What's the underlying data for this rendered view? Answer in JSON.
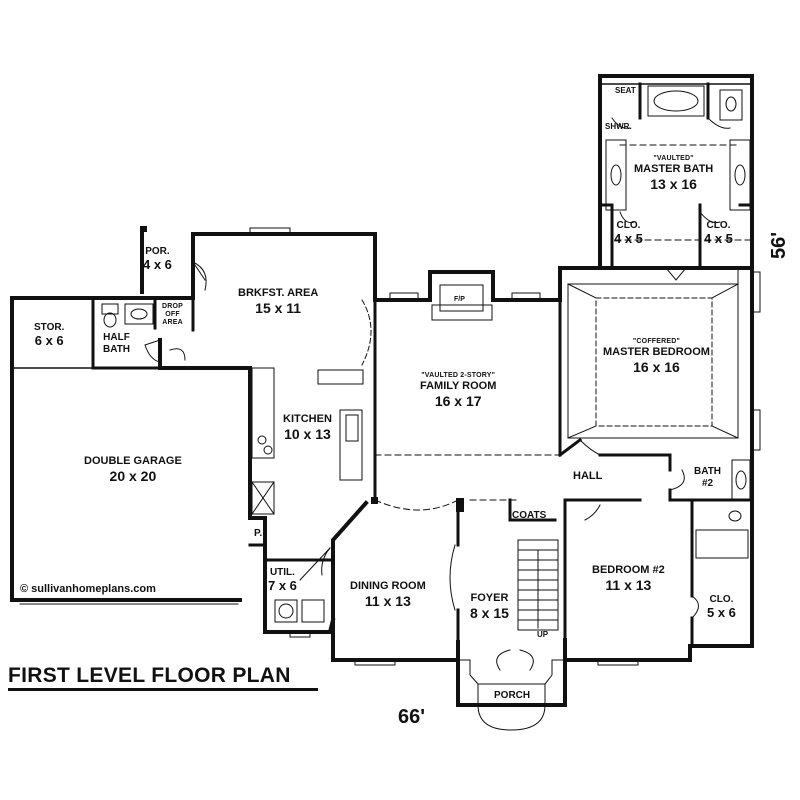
{
  "plan": {
    "title": "FIRST LEVEL FLOOR PLAN",
    "website": "© sullivanhomeplans.com",
    "overall_width": "66'",
    "overall_depth": "56'",
    "rooms": {
      "porch_small": {
        "name": "POR.",
        "dims": "4 x 6"
      },
      "storage": {
        "name": "STOR.",
        "dims": "6 x 6"
      },
      "half_bath": {
        "name": "HALF",
        "name2": "BATH"
      },
      "drop_off": {
        "name": "DROP",
        "name2": "OFF",
        "name3": "AREA"
      },
      "breakfast": {
        "name": "BRKFST. AREA",
        "dims": "15 x 11"
      },
      "kitchen": {
        "name": "KITCHEN",
        "dims": "10 x 13"
      },
      "double_garage": {
        "name": "DOUBLE GARAGE",
        "dims": "20 x 20"
      },
      "pantry": {
        "name": "P."
      },
      "utility": {
        "name": "UTIL.",
        "dims": "7 x 6"
      },
      "dining": {
        "name": "DINING ROOM",
        "dims": "11 x 13"
      },
      "family": {
        "note": "\"VAULTED 2-STORY\"",
        "name": "FAMILY ROOM",
        "dims": "16 x 17"
      },
      "fireplace": {
        "name": "F/P"
      },
      "foyer": {
        "name": "FOYER",
        "dims": "8 x 15"
      },
      "coats": {
        "name": "COATS"
      },
      "stairs_up": {
        "name": "UP"
      },
      "porch": {
        "name": "PORCH"
      },
      "hall": {
        "name": "HALL"
      },
      "master_bath": {
        "note": "\"VAULTED\"",
        "name": "MASTER BATH",
        "dims": "13 x 16"
      },
      "seat": {
        "name": "SEAT"
      },
      "shower": {
        "name": "SHWR."
      },
      "closet_left": {
        "name": "CLO.",
        "dims": "4 x 5"
      },
      "closet_right": {
        "name": "CLO.",
        "dims": "4 x 5"
      },
      "master_bedroom": {
        "note": "\"COFFERED\"",
        "name": "MASTER BEDROOM",
        "dims": "16 x 16"
      },
      "bath2": {
        "name": "BATH",
        "dims": "#2"
      },
      "bedroom2": {
        "name": "BEDROOM #2",
        "dims": "11 x 13"
      },
      "closet_bed2": {
        "name": "CLO.",
        "dims": "5 x 6"
      }
    }
  }
}
